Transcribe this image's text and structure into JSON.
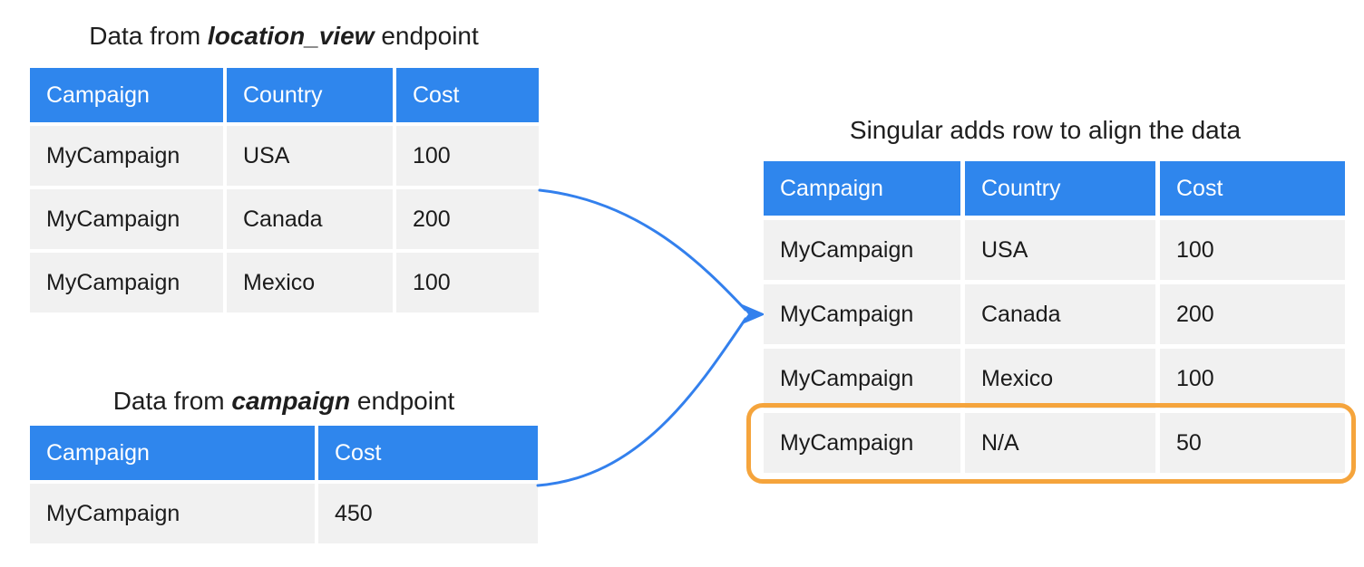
{
  "location_view_table": {
    "title": {
      "prefix": "Data from ",
      "emphasis": "location_view",
      "suffix": " endpoint"
    },
    "headers": [
      "Campaign",
      "Country",
      "Cost"
    ],
    "rows": [
      [
        "MyCampaign",
        "USA",
        "100"
      ],
      [
        "MyCampaign",
        "Canada",
        "200"
      ],
      [
        "MyCampaign",
        "Mexico",
        "100"
      ]
    ]
  },
  "campaign_table": {
    "title": {
      "prefix": "Data from ",
      "emphasis": "campaign",
      "suffix": " endpoint"
    },
    "headers": [
      "Campaign",
      "Cost"
    ],
    "rows": [
      [
        "MyCampaign",
        "450"
      ]
    ]
  },
  "result_table": {
    "title": "Singular adds row to align the data",
    "headers": [
      "Campaign",
      "Country",
      "Cost"
    ],
    "rows": [
      [
        "MyCampaign",
        "USA",
        "100"
      ],
      [
        "MyCampaign",
        "Canada",
        "200"
      ],
      [
        "MyCampaign",
        "Mexico",
        "100"
      ],
      [
        "MyCampaign",
        "N/A",
        "50"
      ]
    ],
    "highlight": {
      "row_index": 3,
      "color": "#f5a43c"
    }
  },
  "colors": {
    "header_blue": "#2f86ed",
    "row_gray": "#f1f1f1",
    "arrow_blue": "#3380ed",
    "highlight_orange": "#f5a43c",
    "text_dark": "#1b1b1b"
  }
}
